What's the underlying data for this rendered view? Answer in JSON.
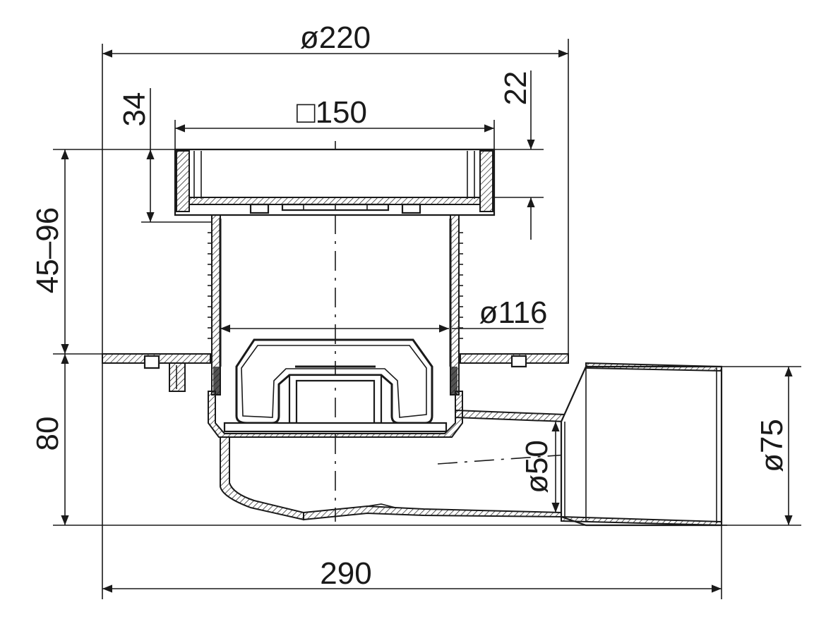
{
  "dimensions": {
    "outer_diameter": "ø220",
    "grate_square": "□150",
    "grate_height": "34",
    "frame_offset": "22",
    "adjust_range": "45–96",
    "body_diameter": "ø116",
    "body_height": "80",
    "outlet_small": "ø50",
    "outlet_large": "ø75",
    "total_length": "290"
  },
  "colors": {
    "line": "#1a1a1a",
    "background": "#ffffff"
  }
}
